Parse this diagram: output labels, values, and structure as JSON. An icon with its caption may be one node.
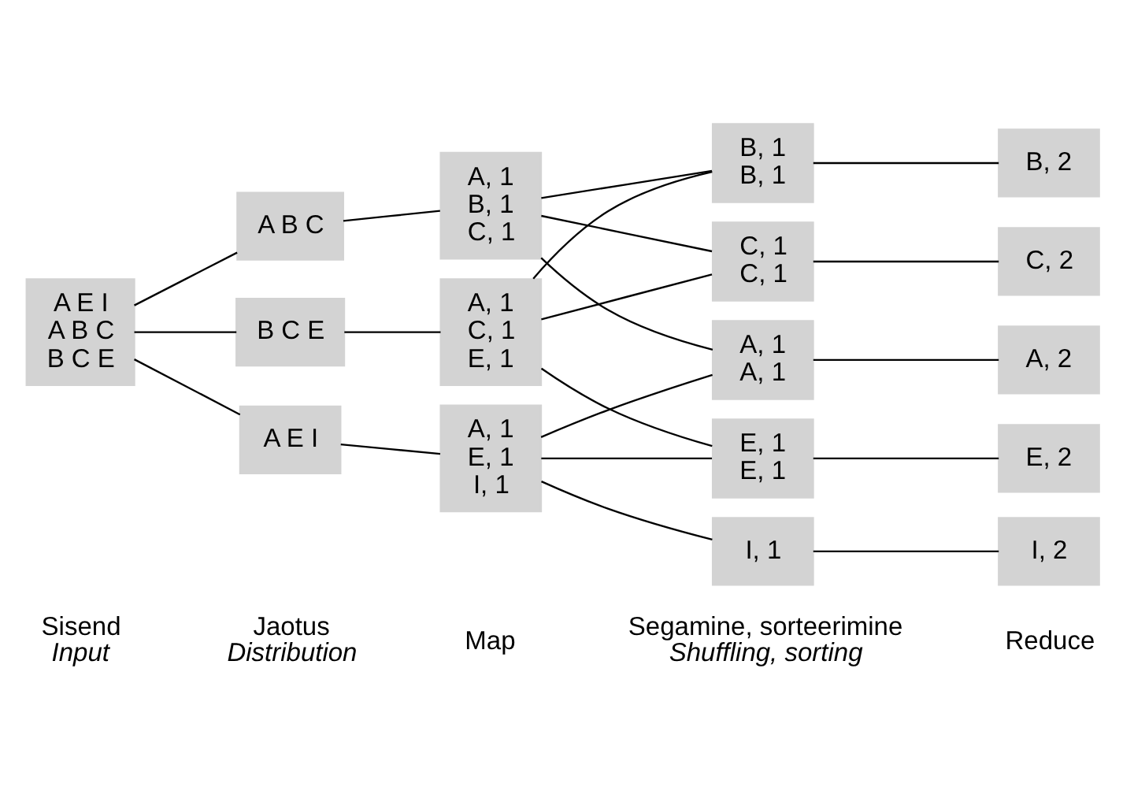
{
  "diagram": {
    "nodes": [
      {
        "text": [
          "A E I",
          "A B C",
          "B C E"
        ]
      },
      {
        "text": [
          "A E I"
        ]
      },
      {
        "text": [
          "A B C"
        ]
      },
      {
        "text": [
          "B C E"
        ]
      },
      {
        "text": [
          "A, 1",
          "E, 1",
          "I, 1"
        ]
      },
      {
        "text": [
          "A, 1",
          "B, 1",
          "C, 1"
        ]
      },
      {
        "text": [
          "A, 1",
          "C, 1",
          "E, 1"
        ]
      },
      {
        "text": [
          "A, 1",
          "A, 1"
        ]
      },
      {
        "text": [
          "B, 1",
          "B, 1"
        ]
      },
      {
        "text": [
          "C, 1",
          "C, 1"
        ]
      },
      {
        "text": [
          "E, 1",
          "E, 1"
        ]
      },
      {
        "text": [
          "I, 1"
        ]
      },
      {
        "text": [
          "A, 2"
        ]
      },
      {
        "text": [
          "B, 2"
        ]
      },
      {
        "text": [
          "C, 2"
        ]
      },
      {
        "text": [
          "E, 2"
        ]
      },
      {
        "text": [
          "I, 2"
        ]
      }
    ],
    "edges": [
      {
        "from": 0,
        "to": 1,
        "arrow": "none"
      },
      {
        "from": 0,
        "to": 2,
        "arrow": "none"
      },
      {
        "from": 0,
        "to": 3,
        "arrow": "none"
      },
      {
        "from": 1,
        "to": 4,
        "arrow": "none"
      },
      {
        "from": 2,
        "to": 5,
        "arrow": "none"
      },
      {
        "from": 3,
        "to": 6,
        "arrow": "none"
      },
      {
        "from": 4,
        "to": 7,
        "arrow": "none"
      },
      {
        "from": 4,
        "to": 10,
        "arrow": "none"
      },
      {
        "from": 4,
        "to": 11,
        "arrow": "none"
      },
      {
        "from": 5,
        "to": 7,
        "arrow": "none"
      },
      {
        "from": 5,
        "to": 8,
        "arrow": "none"
      },
      {
        "from": 5,
        "to": 9,
        "arrow": "none"
      },
      {
        "from": 6,
        "to": 8,
        "arrow": "none"
      },
      {
        "from": 6,
        "to": 9,
        "arrow": "none"
      },
      {
        "from": 6,
        "to": 10,
        "arrow": "none"
      },
      {
        "from": 7,
        "to": 12,
        "arrow": "none"
      },
      {
        "from": 8,
        "to": 13,
        "arrow": "none"
      },
      {
        "from": 9,
        "to": 14,
        "arrow": "none"
      },
      {
        "from": 10,
        "to": 15,
        "arrow": "none"
      },
      {
        "from": 11,
        "to": 16,
        "arrow": "none"
      }
    ],
    "labels": [
      "Sisend",
      "Input",
      "Jaotus",
      "Distribution",
      "Map",
      "Segamine, sorteerimine",
      "Shuffling, sorting",
      "Reduce"
    ]
  }
}
